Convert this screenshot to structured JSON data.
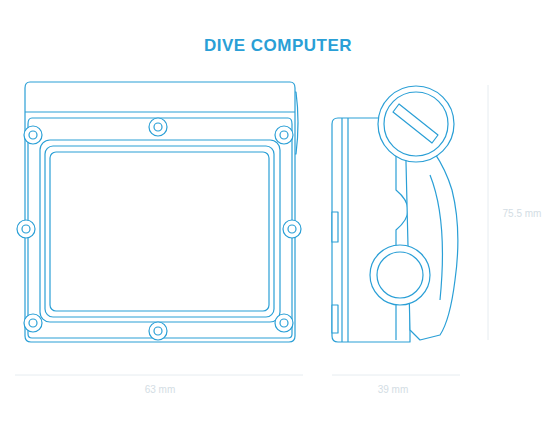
{
  "diagram": {
    "title": "DIVE COMPUTER",
    "labels": [
      "75.5 mm",
      "63 mm",
      "39 mm"
    ]
  }
}
